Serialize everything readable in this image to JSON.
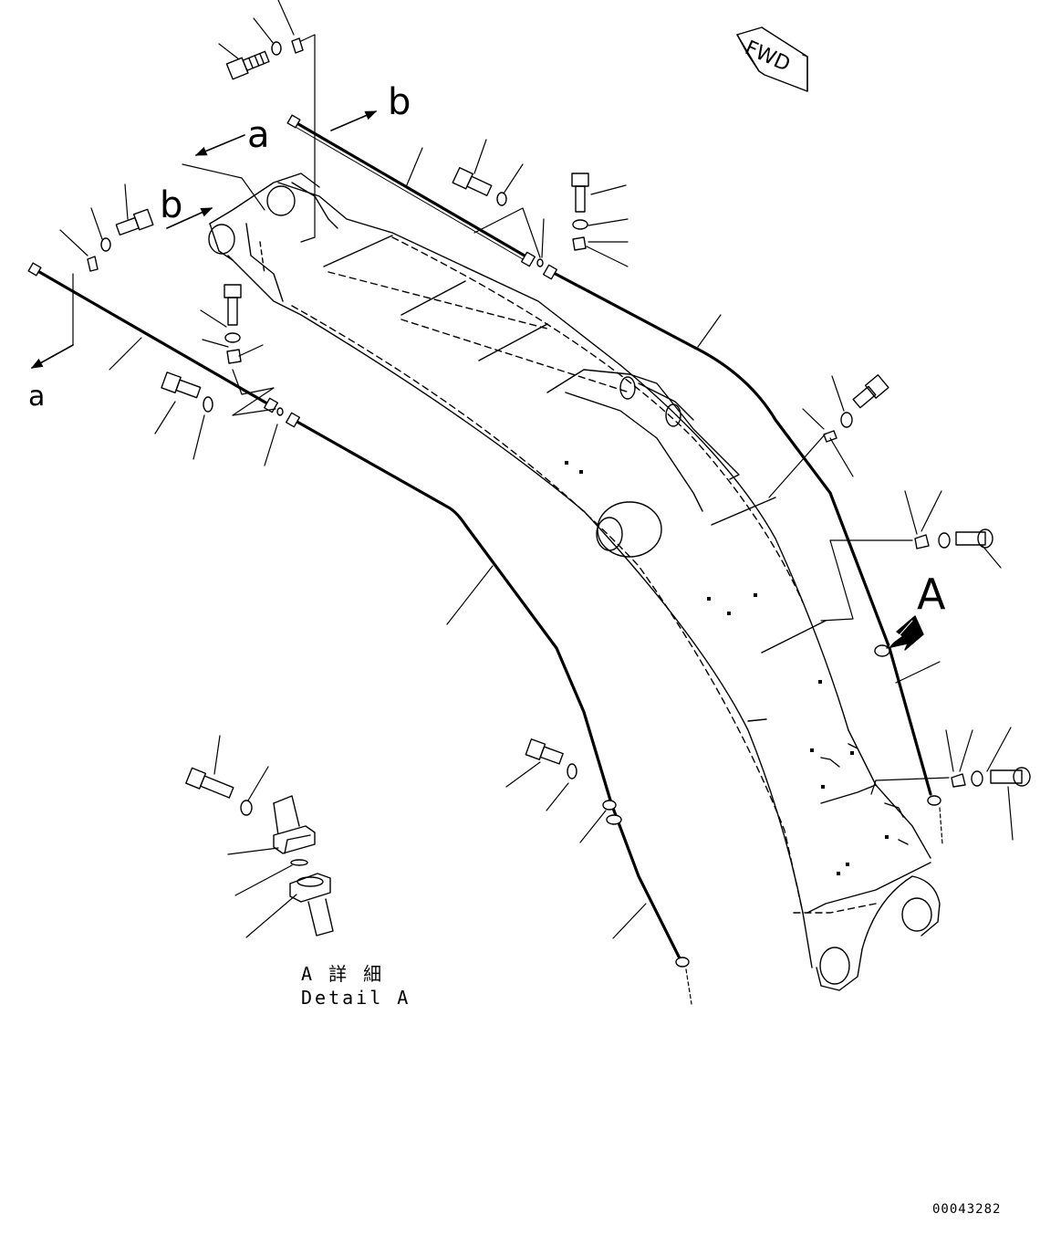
{
  "diagram": {
    "view_labels": {
      "a_top": "a",
      "a_bottom": "a",
      "b_top": "b",
      "b_left": "b",
      "detail_marker": "A"
    },
    "direction": {
      "text": "FWD"
    },
    "detail": {
      "jp": "A 詳 細",
      "en": "Detail A"
    },
    "part_number": "00043282",
    "colors": {
      "line": "#000000",
      "background": "#ffffff"
    }
  }
}
